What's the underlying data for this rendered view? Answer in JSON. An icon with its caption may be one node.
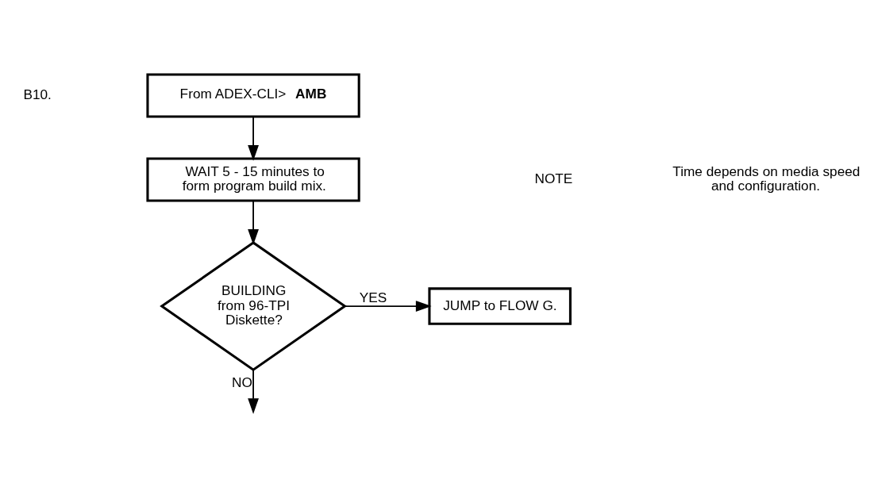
{
  "diagram": {
    "nodes": [
      {
        "text": [
          "From ADEX-CLI>   **AMB**"
        ]
      },
      {
        "text": [
          "WAIT 5 - 15 minutes to form program build mix."
        ]
      },
      {
        "text": [
          "BUILDING from 96-TPI Diskette?"
        ]
      },
      {
        "text": [
          "JUMP to FLOW G."
        ]
      }
    ],
    "edges": [
      {
        "from": 0,
        "to": 1,
        "arrow": "to"
      },
      {
        "from": 1,
        "to": 2,
        "arrow": "to"
      },
      {
        "from": 2,
        "to": 3,
        "arrow": "to",
        "label": "YES"
      },
      {
        "from": 2,
        "to": null,
        "arrow": "to",
        "label": "NO"
      }
    ],
    "labels": [
      "B10.",
      "NOTE",
      "Time depends on media speed and configuration."
    ]
  }
}
